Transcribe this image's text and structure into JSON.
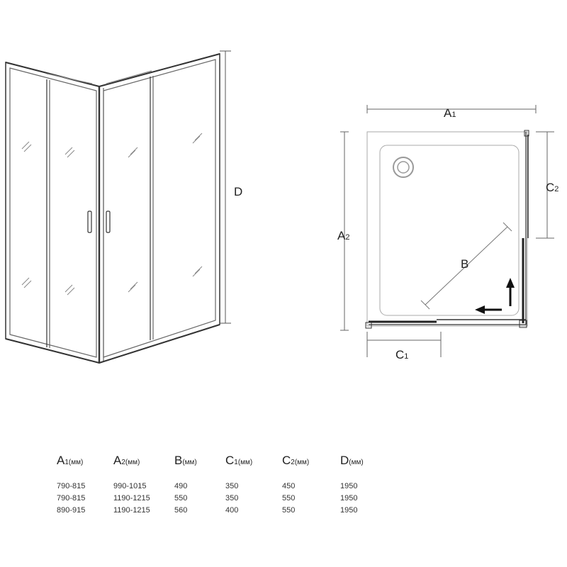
{
  "diagram": {
    "perspective_labels": {
      "D": "D"
    },
    "plan_labels": {
      "A1": {
        "main": "A",
        "sub": "1"
      },
      "A2": {
        "main": "A",
        "sub": "2"
      },
      "B": "B",
      "C1": {
        "main": "C",
        "sub": "1"
      },
      "C2": {
        "main": "C",
        "sub": "2"
      }
    }
  },
  "table": {
    "headers": [
      {
        "main": "A",
        "sub": "1",
        "unit": "(мм)"
      },
      {
        "main": "A",
        "sub": "2",
        "unit": "(мм)"
      },
      {
        "main": "B",
        "sub": "",
        "unit": "(мм)"
      },
      {
        "main": "C",
        "sub": "1",
        "unit": "(мм)"
      },
      {
        "main": "C",
        "sub": "2",
        "unit": "(мм)"
      },
      {
        "main": "D",
        "sub": "",
        "unit": "(мм)"
      }
    ],
    "rows": [
      [
        "790-815",
        "990-1015",
        "490",
        "350",
        "450",
        "1950"
      ],
      [
        "790-815",
        "1190-1215",
        "550",
        "350",
        "550",
        "1950"
      ],
      [
        "890-915",
        "1190-1215",
        "560",
        "400",
        "550",
        "1950"
      ]
    ]
  }
}
